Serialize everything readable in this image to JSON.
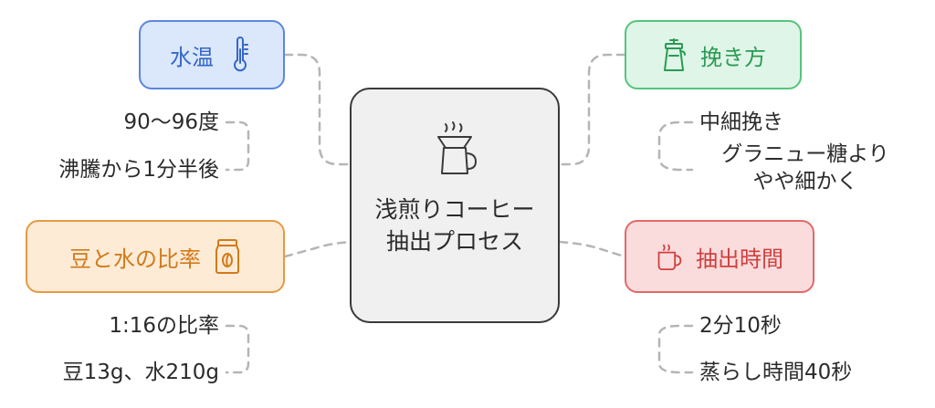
{
  "center": {
    "title": "浅煎りコーヒー抽出プロセス",
    "icon": "coffee-dripper-icon"
  },
  "branches": {
    "water_temp": {
      "label": "水温",
      "icon": "thermometer-icon",
      "color": "#5b87dc",
      "items": [
        "90〜96度",
        "沸騰から1分半後"
      ]
    },
    "ratio": {
      "label": "豆と水の比率",
      "icon": "coffee-jar-icon",
      "color": "#e59a44",
      "items": [
        "1:16の比率",
        "豆13g、水210g"
      ]
    },
    "grind": {
      "label": "挽き方",
      "icon": "grinder-icon",
      "color": "#56c47d",
      "items": [
        "中細挽き",
        "グラニュー糖より\nやや細かく"
      ]
    },
    "time": {
      "label": "抽出時間",
      "icon": "coffee-cup-icon",
      "color": "#e06a6a",
      "items": [
        "2分10秒",
        "蒸らし時間40秒"
      ]
    }
  }
}
